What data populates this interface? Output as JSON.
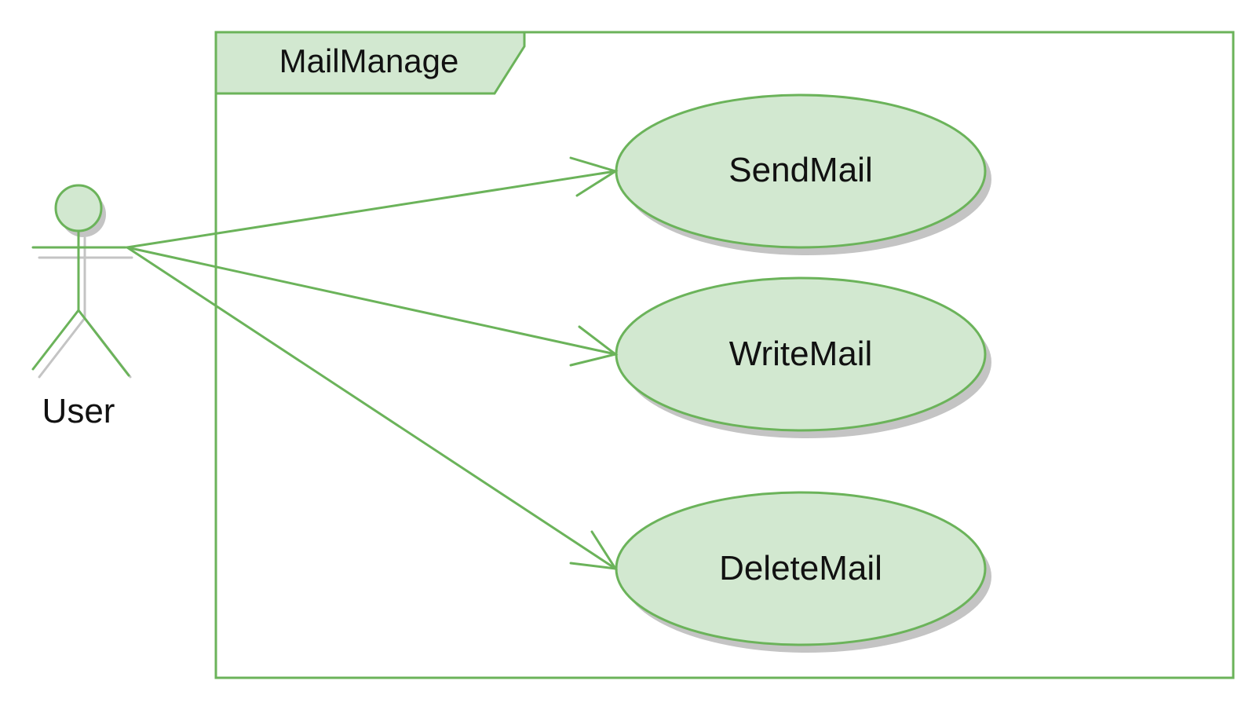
{
  "colors": {
    "stroke": "#6bb35a",
    "fill": "#d2e8d0",
    "shadow": "#c4c4c4",
    "text": "#111111",
    "background": "#ffffff"
  },
  "package": {
    "name": "MailManage"
  },
  "actor": {
    "name": "User"
  },
  "use_cases": [
    {
      "label": "SendMail"
    },
    {
      "label": "WriteMail"
    },
    {
      "label": "DeleteMail"
    }
  ],
  "associations": [
    {
      "from": "User",
      "to": "SendMail",
      "arrowhead": "open"
    },
    {
      "from": "User",
      "to": "WriteMail",
      "arrowhead": "open"
    },
    {
      "from": "User",
      "to": "DeleteMail",
      "arrowhead": "open"
    }
  ]
}
